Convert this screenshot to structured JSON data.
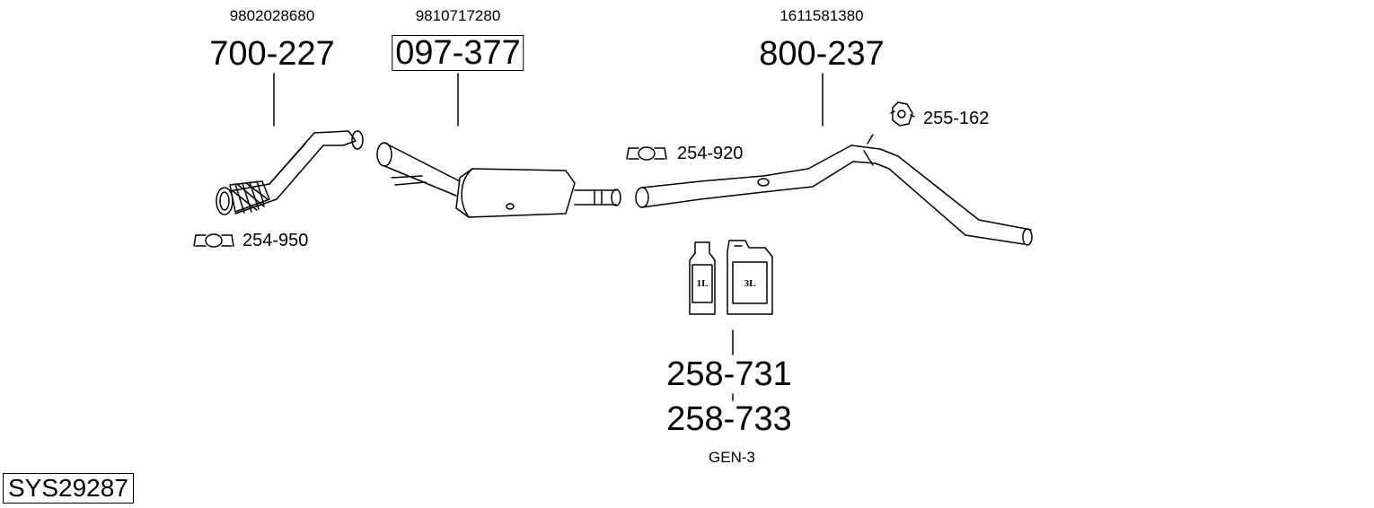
{
  "groups": {
    "front_pipe": {
      "oem": "9802028680",
      "part": "700-227"
    },
    "dpf": {
      "oem": "9810717280",
      "part": "097-377"
    },
    "rear_pipe": {
      "oem": "1611581380",
      "part": "800-237"
    }
  },
  "clamps": {
    "clamp_front": "254-950",
    "clamp_mid": "254-920",
    "hanger": "255-162"
  },
  "additive": {
    "part_a": "258-731",
    "part_b": "258-733",
    "note": "GEN-3",
    "bottle_small_label": "1L",
    "bottle_large_label": "3L"
  },
  "system_id": "SYS29287"
}
